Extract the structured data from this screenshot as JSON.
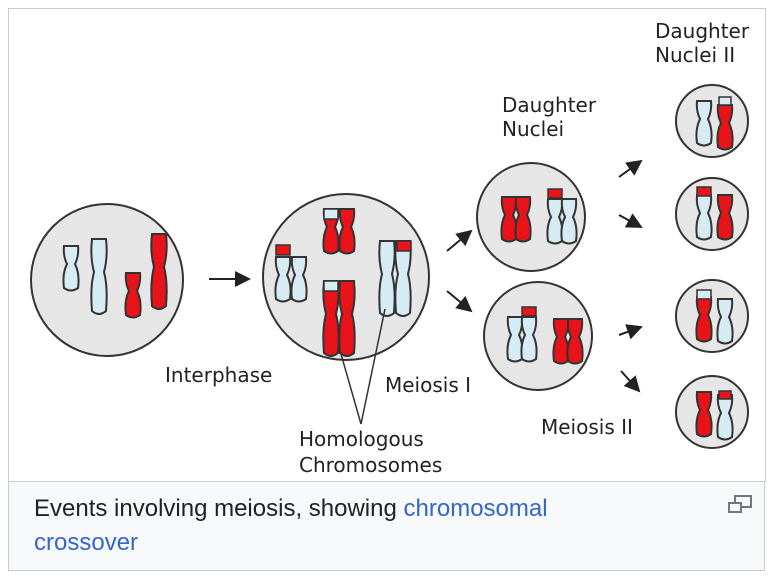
{
  "diagram": {
    "labels": {
      "daughter_nuclei_ii_line1": "Daughter",
      "daughter_nuclei_ii_line2": "Nuclei II",
      "daughter_nuclei_line1": "Daughter",
      "daughter_nuclei_line2": "Nuclei",
      "interphase": "Interphase",
      "meiosis_i": "Meiosis I",
      "meiosis_ii": "Meiosis II",
      "homologous_line1": "Homologous",
      "homologous_line2": "Chromosomes"
    },
    "colors": {
      "red_chromosome": "#e8141a",
      "blue_chromosome": "#d7ebf4",
      "outline": "#333333",
      "nucleus_fill": "#e6e6e6"
    }
  },
  "caption": {
    "text_before_link": "Events involving meiosis, showing ",
    "link_text_1": "chromosomal",
    "link_text_2": "crossover"
  },
  "icons": {
    "magnify": "magnify-icon"
  }
}
